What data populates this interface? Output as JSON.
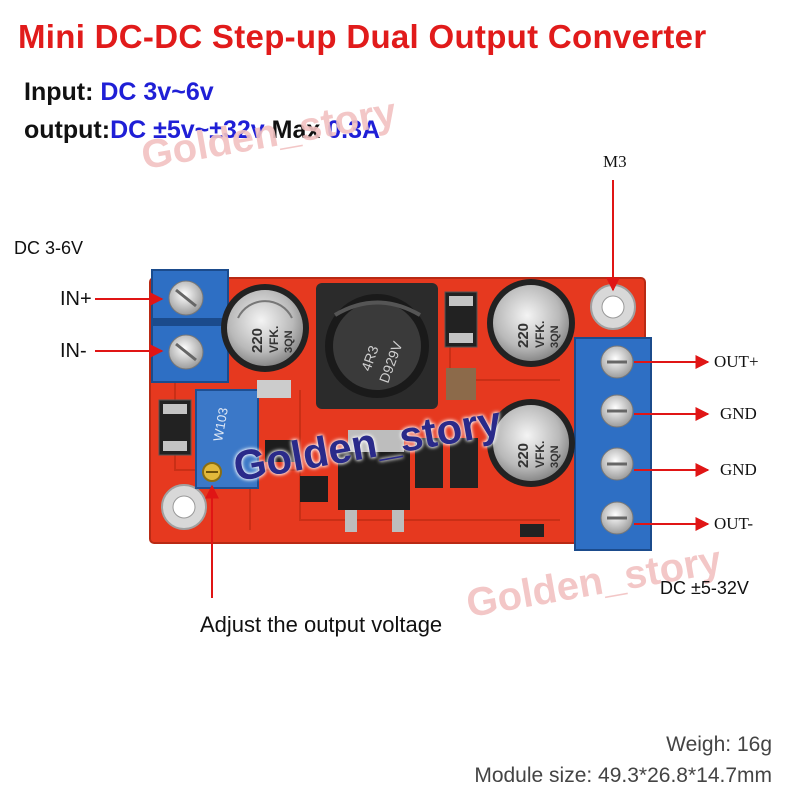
{
  "title": "Mini DC-DC Step-up Dual Output Converter",
  "input_spec": {
    "label": "Input:",
    "value": "DC 3v~6v"
  },
  "output_spec": {
    "label": "output:",
    "value": "DC ±5v~±32v",
    "max_label": "Max",
    "max_value": "0.3A"
  },
  "watermark": "Golden_story",
  "labels": {
    "m3": "M3",
    "dc_in": "DC 3-6V",
    "in_plus": "IN+",
    "in_minus": "IN-",
    "out_plus": "OUT+",
    "gnd_1": "GND",
    "gnd_2": "GND",
    "out_minus": "OUT-",
    "dc_out": "DC ±5-32V",
    "adjust": "Adjust the output voltage"
  },
  "board_markings": {
    "cap_1": [
      "220",
      "VFK.",
      "3QN"
    ],
    "cap_2": [
      "220",
      "VFK.",
      "3QN"
    ],
    "cap_3": [
      "220",
      "VFK.",
      "3QN"
    ],
    "inductor": [
      "4R3",
      "D929V"
    ],
    "potentiometer": "W103"
  },
  "specs": {
    "weight": "Weigh: 16g",
    "size": "Module size: 49.3*26.8*14.7mm"
  },
  "colors": {
    "title": "#e11b1b",
    "value_blue": "#1f1fd6",
    "pcb": "#e6391f",
    "terminal_blue": "#2e6fc4",
    "arrow": "#e01515"
  }
}
